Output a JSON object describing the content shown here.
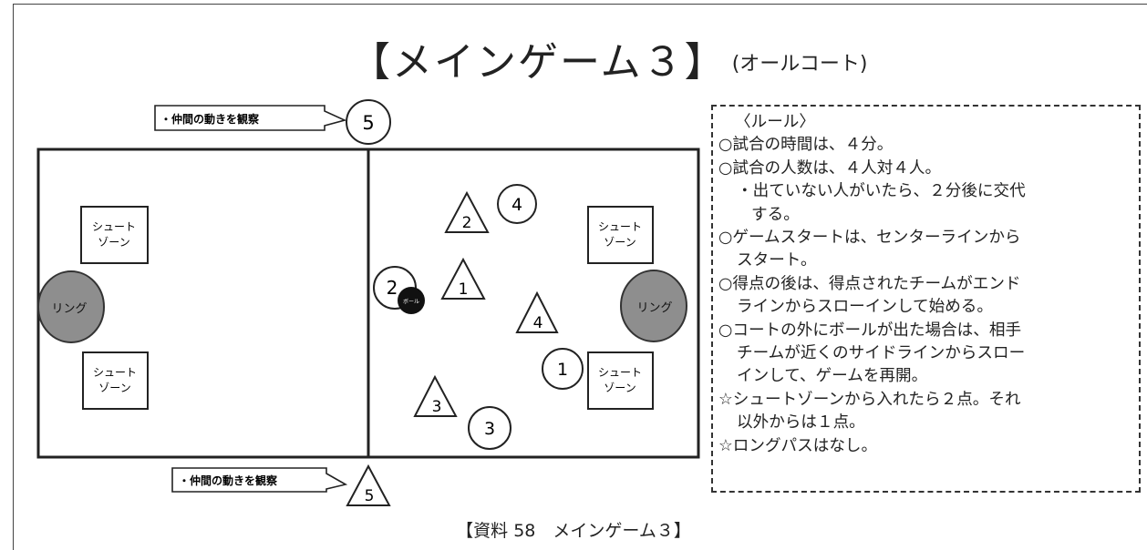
{
  "title": {
    "main": "【メインゲーム３】",
    "sub": "(オールコート)"
  },
  "caption": "【資料 58　メインゲーム３】",
  "callouts": {
    "top": "・仲間の動きを観察",
    "bottom": "・仲間の動きを観察"
  },
  "court": {
    "left_ring": "リング",
    "right_ring": "リング",
    "shoot_zone": [
      "シュート",
      "ゾーン"
    ]
  },
  "players": {
    "circles": [
      "5",
      "4",
      "2",
      "1",
      "3"
    ],
    "triangles": [
      "2",
      "1",
      "4",
      "3",
      "5"
    ],
    "ball_label": "ボール"
  },
  "rules": {
    "heading": "〈ルール〉",
    "lines": [
      "○試合の時間は、４分。",
      "○試合の人数は、４人対４人。",
      "・出ていない人がいたら、２分後に交代",
      "する。",
      "○ゲームスタートは、センターラインから",
      "スタート。",
      "○得点の後は、得点されたチームがエンド",
      "ラインからスローインして始める。",
      "○コートの外にボールが出た場合は、相手",
      "チームが近くのサイドラインからスロー",
      "インして、ゲームを再開。",
      "☆シュートゾーンから入れたら２点。それ",
      "以外からは１点。",
      "☆ロングパスはなし。"
    ]
  }
}
